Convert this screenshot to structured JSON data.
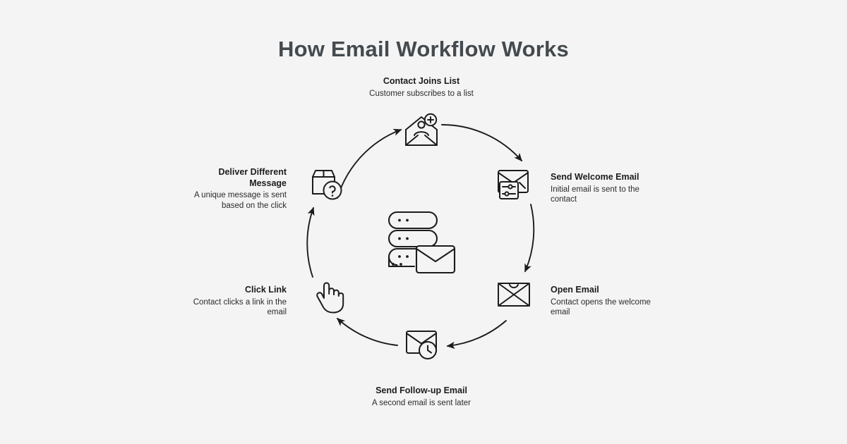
{
  "page": {
    "title": "How Email Workflow Works",
    "background_color": "#f4f4f4",
    "title_color": "#444a4e",
    "stroke_color": "#1c1c1c"
  },
  "diagram": {
    "type": "cycle",
    "direction": "clockwise",
    "center_icon": "server-stack-with-envelope-icon",
    "steps": [
      {
        "id": "contact-joins-list",
        "title": "Contact Joins List",
        "description": "Customer subscribes to a list",
        "icon": "open-envelope-person-plus-icon",
        "position": "top",
        "align": "center"
      },
      {
        "id": "send-welcome-email",
        "title": "Send Welcome Email",
        "description": "Initial email is sent to the contact",
        "icon": "envelope-settings-icon",
        "position": "top-right",
        "align": "left"
      },
      {
        "id": "open-email",
        "title": "Open Email",
        "description": "Contact opens the welcome email",
        "icon": "envelope-opened-icon",
        "position": "bottom-right",
        "align": "left"
      },
      {
        "id": "send-follow-up-email",
        "title": "Send Follow-up Email",
        "description": "A second email is sent later",
        "icon": "envelope-clock-icon",
        "position": "bottom",
        "align": "center"
      },
      {
        "id": "click-link",
        "title": "Click Link",
        "description": "Contact clicks a link in the email",
        "icon": "pointer-hand-icon",
        "position": "bottom-left",
        "align": "right"
      },
      {
        "id": "deliver-different-message",
        "title": "Deliver Different Message",
        "description": "A unique message is sent based on the click",
        "icon": "package-question-icon",
        "position": "top-left",
        "align": "right"
      }
    ]
  }
}
